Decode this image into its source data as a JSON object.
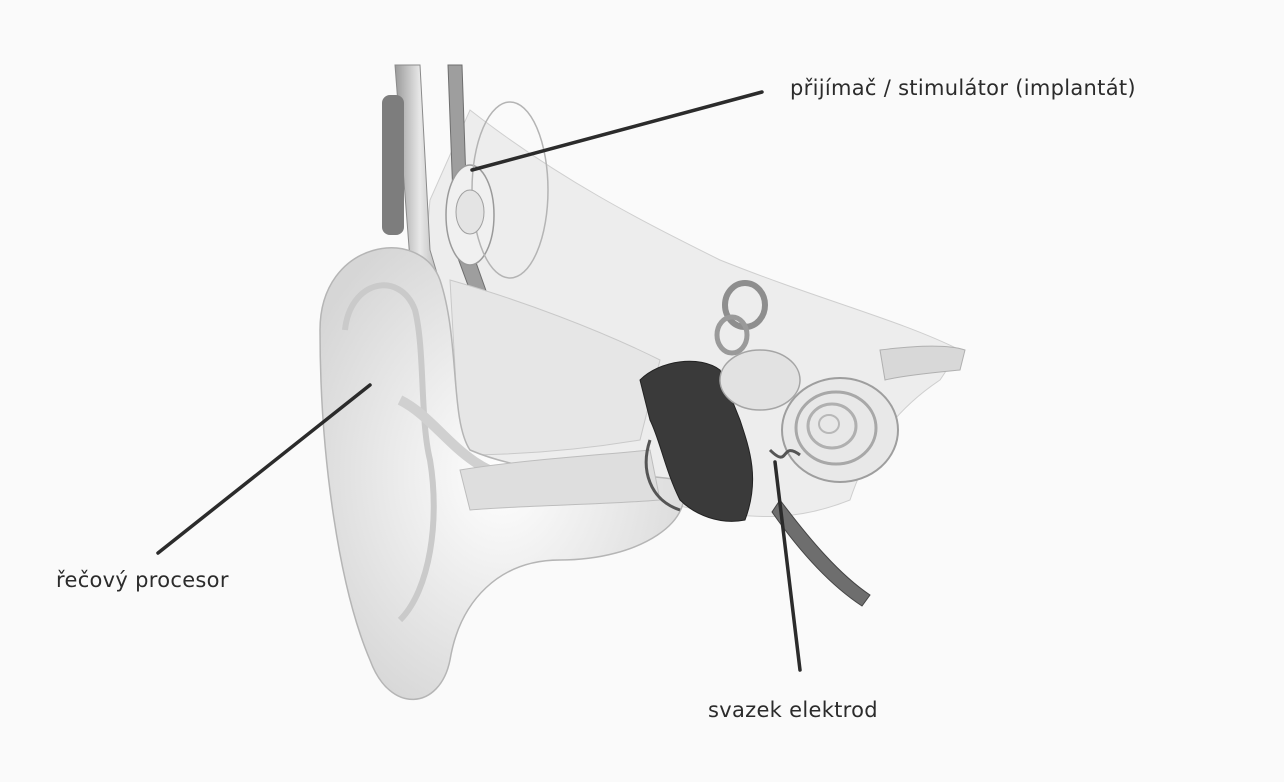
{
  "labels": {
    "receiver_stimulator": "přijímač / stimulátor (implantát)",
    "speech_processor": "řečový procesor",
    "electrode_array": "svazek elektrod"
  },
  "colors": {
    "background": "#fafafa",
    "leader_line": "#2b2b2b",
    "illustration_shade": "#bfbfbf",
    "illustration_dark": "#3a3a3a"
  }
}
